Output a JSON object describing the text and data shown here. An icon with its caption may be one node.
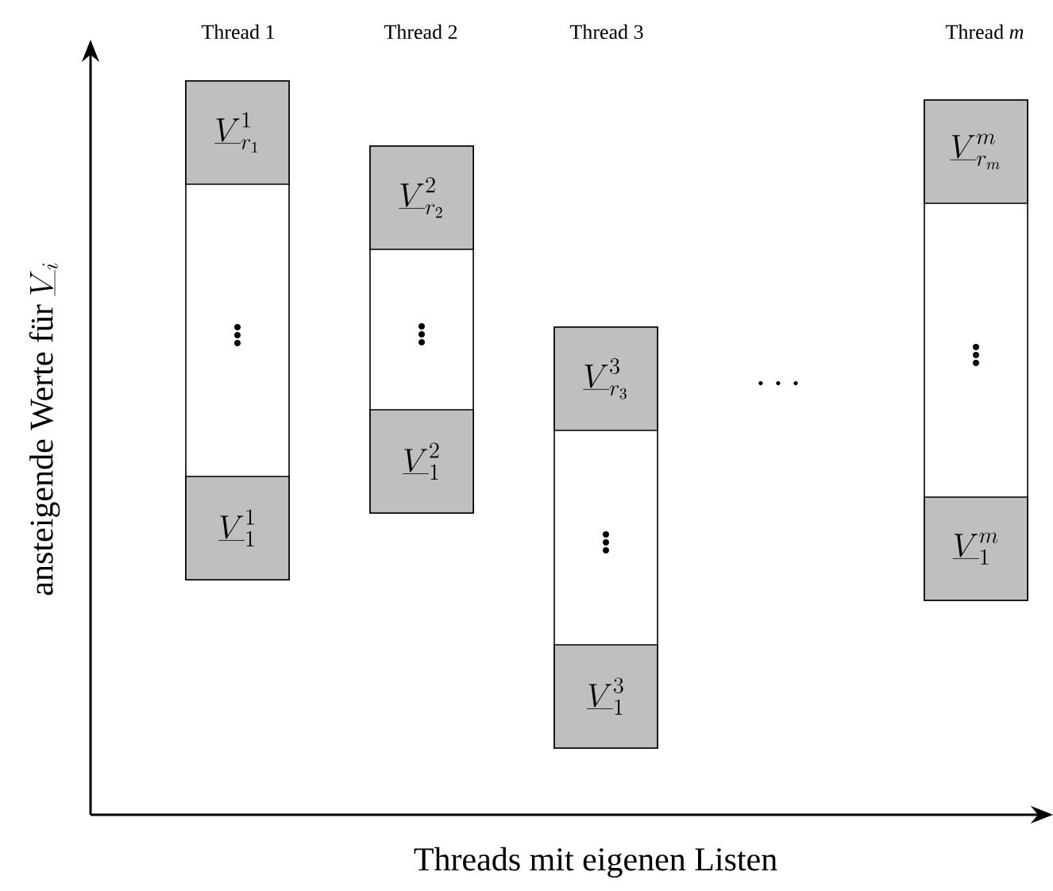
{
  "diagram": {
    "nodes": [
      {
        "text": [
          "\\vdots"
        ]
      },
      {
        "text": [
          "\\underline{V}^{1}_{r_{1}}"
        ],
        "in": 0
      },
      {
        "text": [
          "\\underline{V}^{1}_{1}"
        ],
        "in": 0
      },
      {
        "text": [
          "\\vdots"
        ]
      },
      {
        "text": [
          "\\underline{V}^{2}_{r_{2}}"
        ],
        "in": 3
      },
      {
        "text": [
          "\\underline{V}^{2}_{1}"
        ],
        "in": 3
      },
      {
        "text": [
          "\\vdots"
        ]
      },
      {
        "text": [
          "\\underline{V}^{3}_{r_{3}}"
        ],
        "in": 6
      },
      {
        "text": [
          "\\underline{V}^{3}_{1}"
        ],
        "in": 6
      },
      {
        "text": [
          "\\vdots"
        ]
      },
      {
        "text": [
          "\\underline{V}^{m}_{r_{m}}"
        ],
        "in": 9
      },
      {
        "text": [
          "\\underline{V}^{m}_{1}"
        ],
        "in": 9
      }
    ],
    "labels": [
      "Thread 1",
      "Thread 2",
      "Thread 3",
      "Thread *m*",
      "\\mbox{ansteigende Werte f\\\"ur }\\underline{V}_{i}",
      "Threads mit eigenen Listen",
      "\\cdots"
    ]
  }
}
